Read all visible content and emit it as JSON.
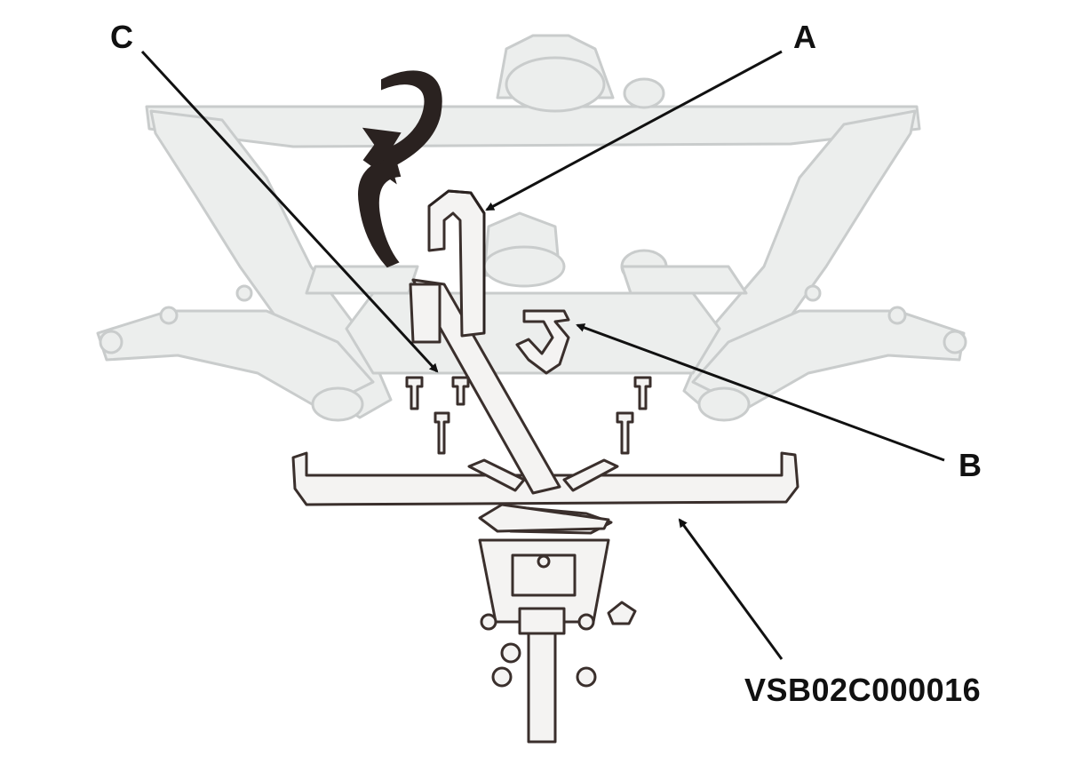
{
  "callouts": {
    "a": "A",
    "b": "B",
    "c": "C"
  },
  "figure_code": "VSB02C000016",
  "colors": {
    "ghosted_part": "#c9cccc",
    "ghosted_fill": "#eceeed",
    "tool_outline": "#3a2f2c",
    "tool_fill": "#f4f3f2",
    "strap_dark": "#2a2220",
    "leader": "#111111"
  }
}
